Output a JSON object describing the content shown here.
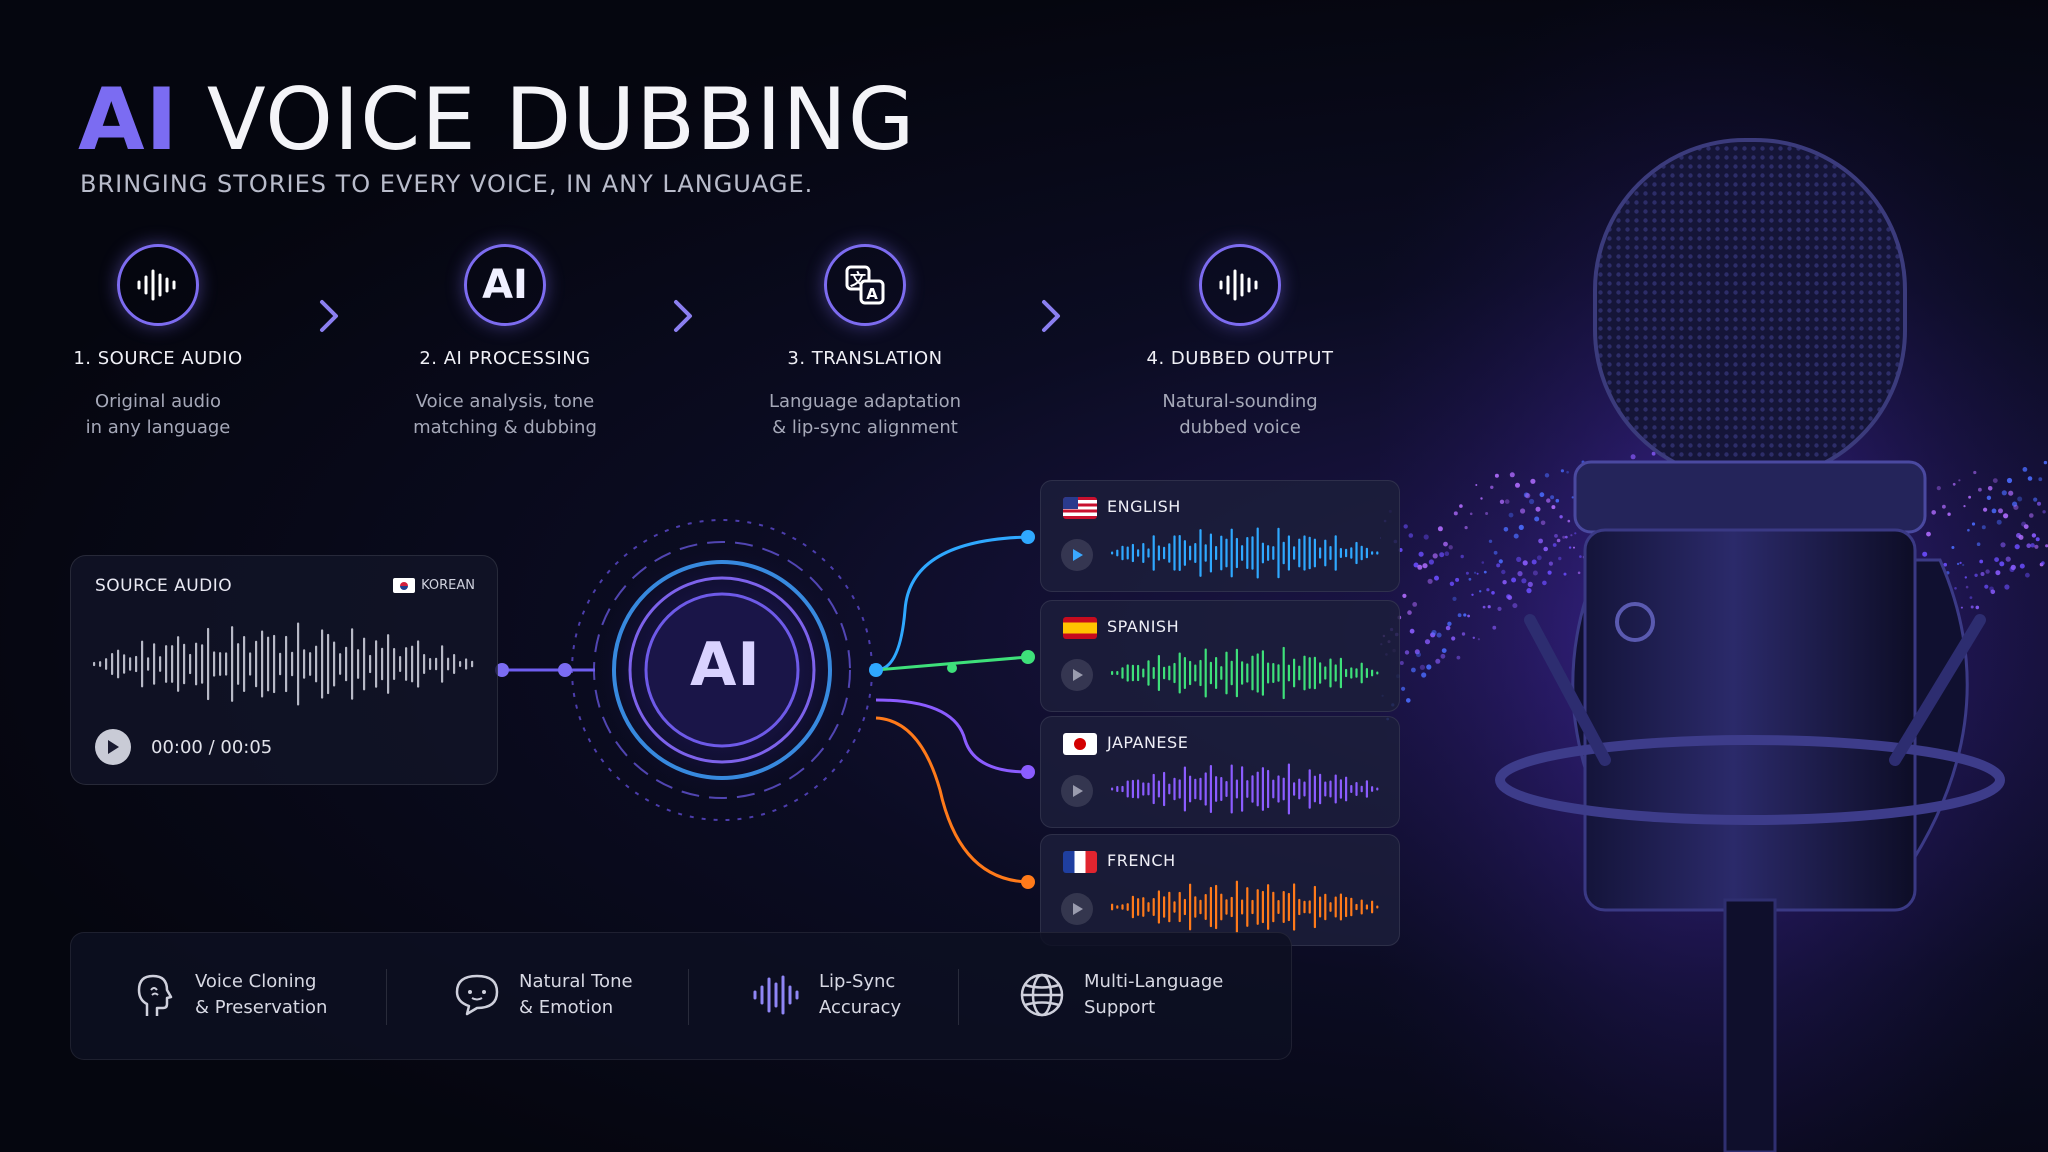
{
  "header": {
    "title_ai": "AI",
    "title_rest": "VOICE DUBBING",
    "subtitle": "BRINGING STORIES TO EVERY VOICE, IN ANY LANGUAGE."
  },
  "steps": [
    {
      "icon": "sound-wave-icon",
      "label": "1. SOURCE AUDIO",
      "desc_line1": "Original audio",
      "desc_line2": "in any language"
    },
    {
      "icon": "ai-icon",
      "glyph": "AI",
      "label": "2. AI PROCESSING",
      "desc_line1": "Voice analysis, tone",
      "desc_line2": "matching & dubbing"
    },
    {
      "icon": "translate-icon",
      "label": "3. TRANSLATION",
      "desc_line1": "Language adaptation",
      "desc_line2": "& lip-sync alignment"
    },
    {
      "icon": "sound-wave-icon",
      "label": "4. DUBBED OUTPUT",
      "desc_line1": "Natural-sounding",
      "desc_line2": "dubbed voice"
    }
  ],
  "source": {
    "title": "SOURCE AUDIO",
    "language": "KOREAN",
    "time": "00:00 / 00:05",
    "wave_color": "#b7b9c6"
  },
  "hub": {
    "label": "AI",
    "accent": "#7b6cf2"
  },
  "outputs": [
    {
      "language": "ENGLISH",
      "flag": "us-flag-icon",
      "color": "#2fa8ff"
    },
    {
      "language": "SPANISH",
      "flag": "spain-flag-icon",
      "color": "#3ee07a"
    },
    {
      "language": "JAPANESE",
      "flag": "japan-flag-icon",
      "color": "#8b5cff"
    },
    {
      "language": "FRENCH",
      "flag": "france-flag-icon",
      "color": "#ff7a1a"
    }
  ],
  "features": [
    {
      "icon": "head-profile-icon",
      "line1": "Voice Cloning",
      "line2": "& Preservation"
    },
    {
      "icon": "chat-bubble-icon",
      "line1": "Natural Tone",
      "line2": "& Emotion"
    },
    {
      "icon": "lip-sync-wave-icon",
      "line1": "Lip-Sync",
      "line2": "Accuracy"
    },
    {
      "icon": "globe-icon",
      "line1": "Multi-Language",
      "line2": "Support"
    }
  ]
}
